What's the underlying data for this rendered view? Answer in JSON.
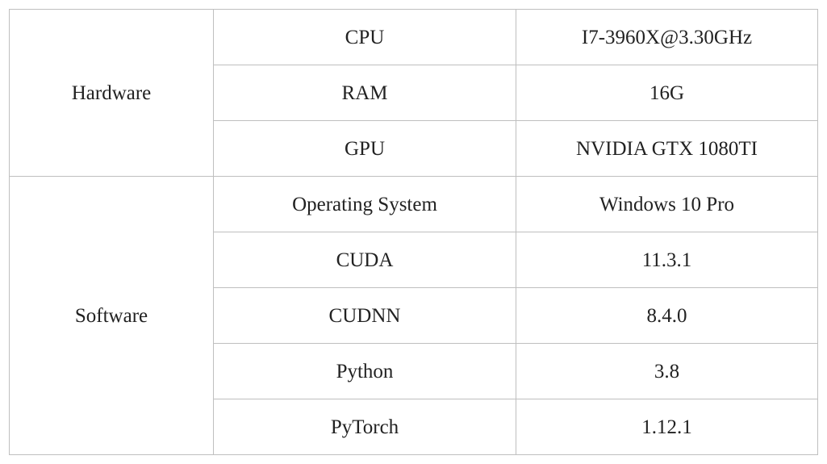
{
  "table": {
    "groups": [
      {
        "category": "Hardware",
        "rows": [
          {
            "item": "CPU",
            "value": "I7-3960X@3.30GHz"
          },
          {
            "item": "RAM",
            "value": "16G"
          },
          {
            "item": "GPU",
            "value": "NVIDIA GTX 1080TI"
          }
        ]
      },
      {
        "category": "Software",
        "rows": [
          {
            "item": "Operating System",
            "value": "Windows 10 Pro"
          },
          {
            "item": "CUDA",
            "value": "11.3.1"
          },
          {
            "item": "CUDNN",
            "value": "8.4.0"
          },
          {
            "item": "Python",
            "value": "3.8"
          },
          {
            "item": "PyTorch",
            "value": "1.12.1"
          }
        ]
      }
    ]
  }
}
